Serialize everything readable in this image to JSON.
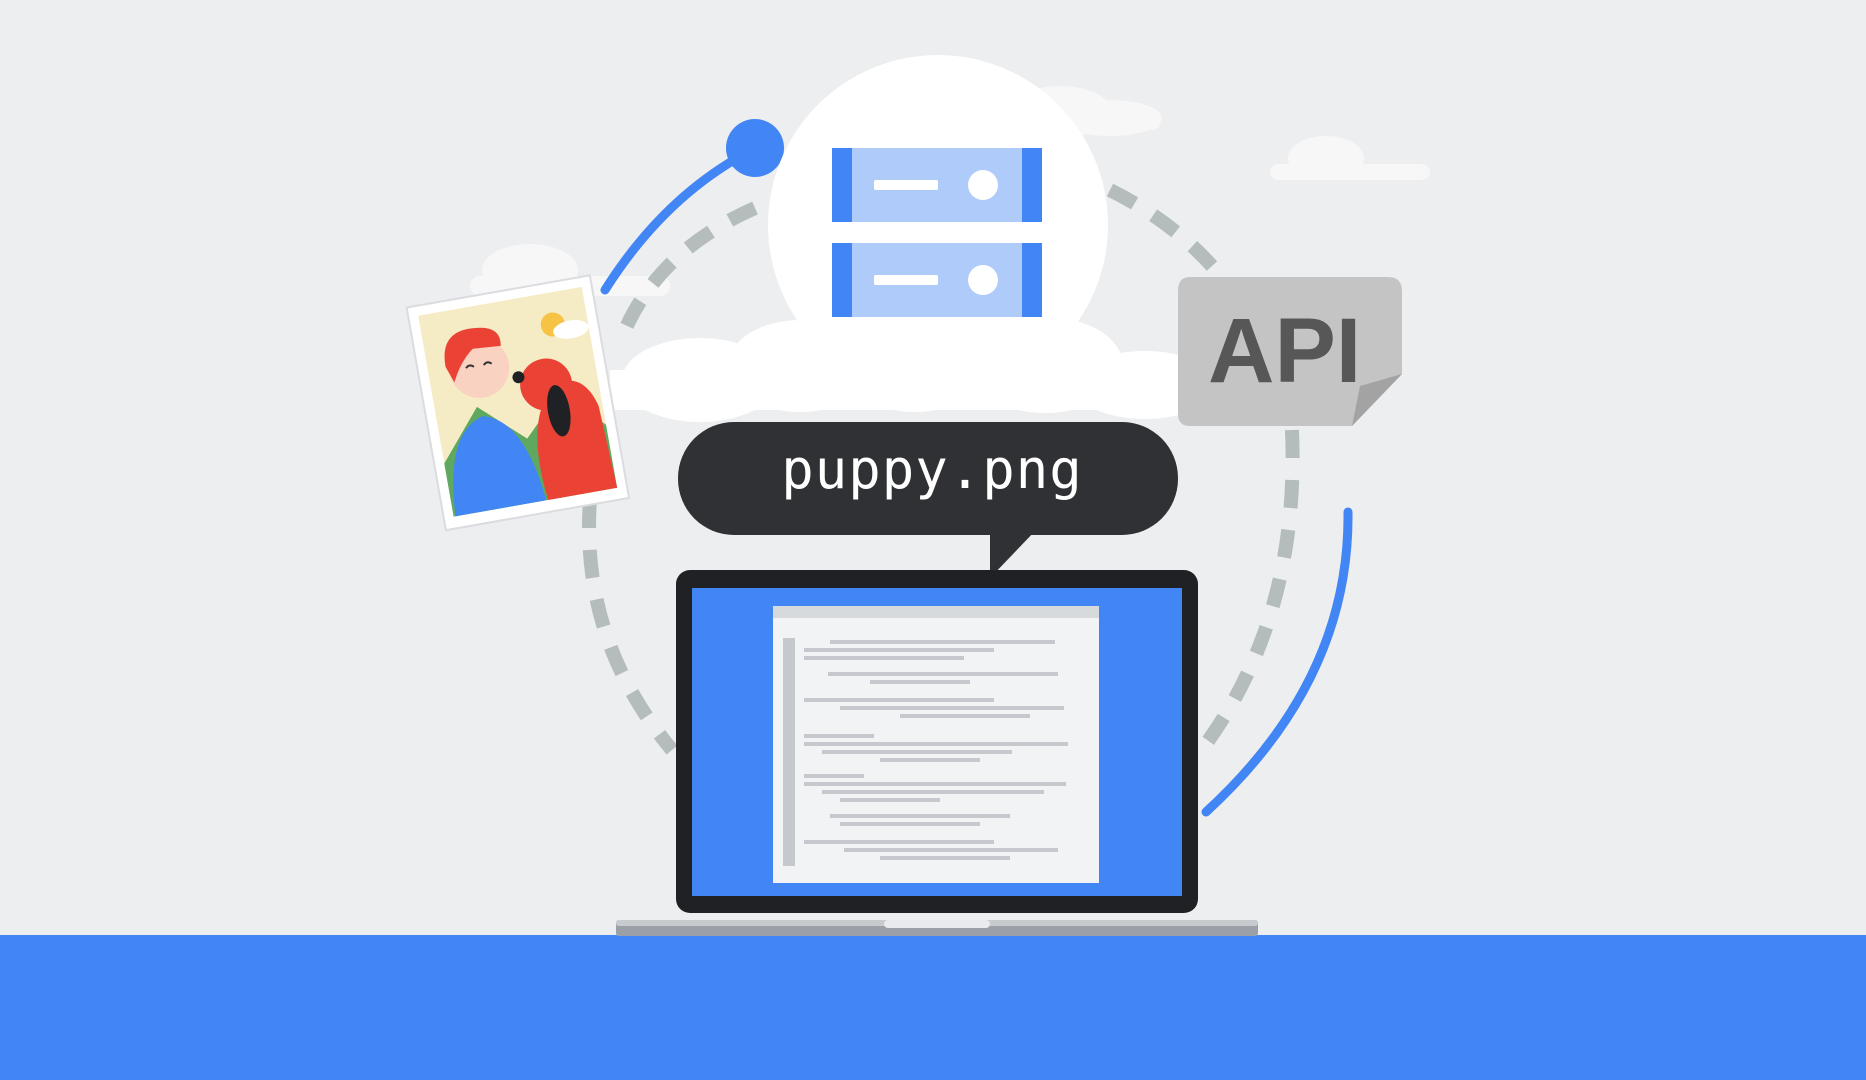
{
  "scene": {
    "file_bubble": {
      "label": "puppy.png"
    },
    "api_tag": {
      "label": "API"
    },
    "server": {
      "units": 2
    },
    "colors": {
      "background": "#edeeef",
      "floor": "#4285f4",
      "accent_blue": "#4285f4",
      "server_panel": "#aecbfa",
      "bubble": "#303134",
      "api_tag": "#c4c4c4",
      "laptop_bezel": "#202124",
      "dashed_path": "#b5bcbc"
    },
    "icons": [
      "server-icon",
      "api-document-icon",
      "photo-icon",
      "laptop-icon",
      "speech-bubble-icon",
      "cloud-icon"
    ]
  }
}
